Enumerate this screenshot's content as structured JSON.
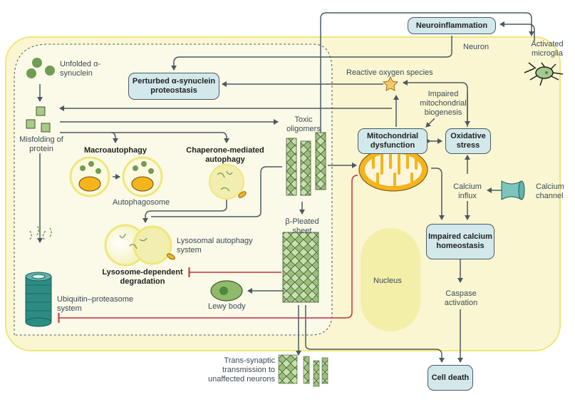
{
  "diagram": {
    "title": "Alpha-synuclein pathology in a neuron",
    "colors": {
      "neuron_fill": "#faf6d2",
      "neuron_border": "#efe77a",
      "box_fill": "#d3e8ea",
      "arrow": "#4a5a62",
      "inhibition": "#c0303a",
      "mitochondria": "#f5b41c",
      "protein_green": "#6f9e52",
      "proteasome": "#2c8c84"
    },
    "regions": {
      "neuron": "Neuron",
      "nucleus": "Nucleus"
    },
    "boxes": {
      "neuroinflammation": "Neuroinflammation",
      "perturbed_proteostasis": "Perturbed α-synuclein proteostasis",
      "mito_dysfunction": "Mitochondrial dysfunction",
      "oxidative_stress": "Oxidative stress",
      "impaired_calcium": "Impaired calcium homeostasis",
      "cell_death": "Cell death"
    },
    "labels": {
      "unfolded": "Unfolded α-synuclein",
      "misfolding": "Misfolding of protein",
      "macroautophagy": "Macroautophagy",
      "autophagosome": "Autophagosome",
      "chaperone": "Chaperone-mediated autophagy",
      "lysosomal_system": "Lysosomal autophagy system",
      "lysosome_degradation": "Lysosome-dependent degradation",
      "ups": "Ubiquitin–proteasome system",
      "lewy_body": "Lewy body",
      "toxic_oligomers": "Toxic oligomers",
      "beta_sheet": "β-Pleated sheet",
      "ros": "Reactive oxygen species",
      "impaired_biogenesis": "Impaired mitochondrial biogenesis",
      "calcium_influx": "Calcium influx",
      "calcium_channel": "Calcium channel",
      "caspase": "Caspase activation",
      "activated_microglia": "Activated microglia",
      "trans_synaptic": "Trans-synaptic transmission to unaffected neurons"
    }
  }
}
